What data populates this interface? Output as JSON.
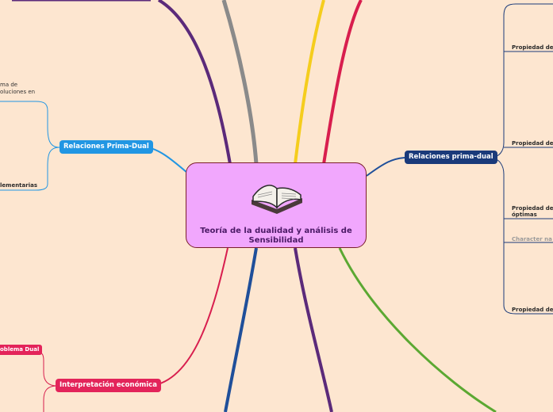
{
  "central": {
    "title": "Teoría de la dualidad y análisis de Sensibilidad",
    "icon": "open-book-icon"
  },
  "nodes": {
    "relaciones_prima_dual_left": {
      "label": "Relaciones Prima-Dual",
      "color": "#2196e3"
    },
    "relaciones_prima_dual_right": {
      "label": "Relaciones prima-dual",
      "color": "#1a3a7a"
    },
    "interpretacion_economica": {
      "label": "Interpretación económica",
      "color": "#e3245a"
    },
    "problema_dual": {
      "label": "oblema Dual",
      "color": "#e3245a"
    }
  },
  "leaves": {
    "left_text_1": "ma de",
    "left_text_2": "oluciones en",
    "left_complementarias": "lementarias",
    "right_prop_1": "Propiedad de",
    "right_prop_2": "Propiedad de",
    "right_prop_3_line1": "Propiedad de",
    "right_prop_3_line2": "óptimas",
    "right_character": "Character na",
    "right_prop_4": "Propiedad de"
  },
  "colors": {
    "background": "#fde6d0",
    "purple": "#5b2a7a",
    "grey": "#8a8a8a",
    "yellow": "#f5cd1d",
    "crimson": "#d81e4e",
    "green": "#5ba832",
    "navy": "#1f4f9a",
    "light_blue": "#2196e3",
    "dark_navy": "#1a3a7a"
  }
}
